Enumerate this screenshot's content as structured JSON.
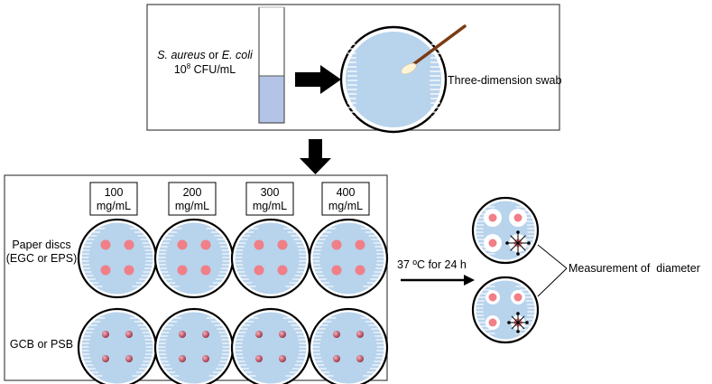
{
  "top_panel": {
    "organism_a": "S. aureus",
    "joiner": " or ",
    "organism_b": "E. coli",
    "concentration_base": "10",
    "concentration_exp": "8",
    "concentration_unit": " CFU/mL",
    "swab_label": "Three-dimension swab"
  },
  "bottom_panel": {
    "concentrations": [
      {
        "value": "100",
        "unit": "mg/mL"
      },
      {
        "value": "200",
        "unit": "mg/mL"
      },
      {
        "value": "300",
        "unit": "mg/mL"
      },
      {
        "value": "400",
        "unit": "mg/mL"
      }
    ],
    "row1_label_line1": "Paper discs",
    "row1_label_line2": "(EGC or EPS)",
    "row2_label": "GCB or PSB"
  },
  "incubation_label": "37 ºC for 24 h",
  "measurement_label": "Measurement of  diameter",
  "colors": {
    "agar": "#b8d3ec",
    "disc": "#f07f87",
    "bead": "#b54a5c",
    "swab_stick": "#7b3b12",
    "swab_tip": "#fff5d6",
    "liquid": "#b3c4e6"
  }
}
